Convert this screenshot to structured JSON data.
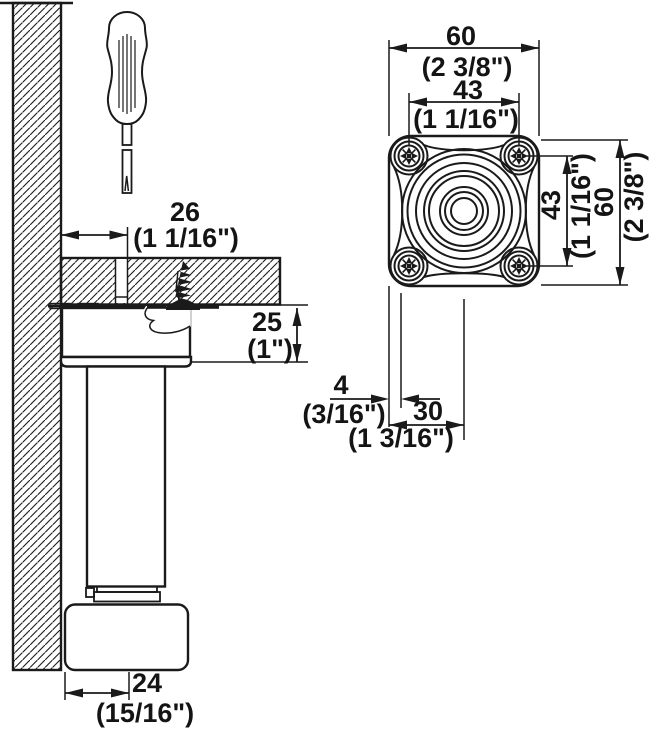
{
  "drawing": {
    "type": "technical-mounting-diagram",
    "colors": {
      "line": "#1a1a1a",
      "background": "#ffffff"
    },
    "dims": {
      "d26": {
        "mm": "26",
        "inch": "(1 1/16\")"
      },
      "d25": {
        "mm": "25",
        "inch": "(1\")"
      },
      "d24": {
        "mm": "24",
        "inch": "(15/16\")"
      },
      "d60w": {
        "mm": "60",
        "inch": "(2 3/8\")"
      },
      "d43w": {
        "mm": "43",
        "inch": "(1 1/16\")"
      },
      "d43h": {
        "mm": "43",
        "inch": "(1 1/16\")"
      },
      "d60h": {
        "mm": "60",
        "inch": "(2 3/8\")"
      },
      "d4": {
        "mm": "4",
        "inch": "(3/16\")"
      },
      "d30": {
        "mm": "30",
        "inch": "(1 3/16\")"
      }
    }
  }
}
